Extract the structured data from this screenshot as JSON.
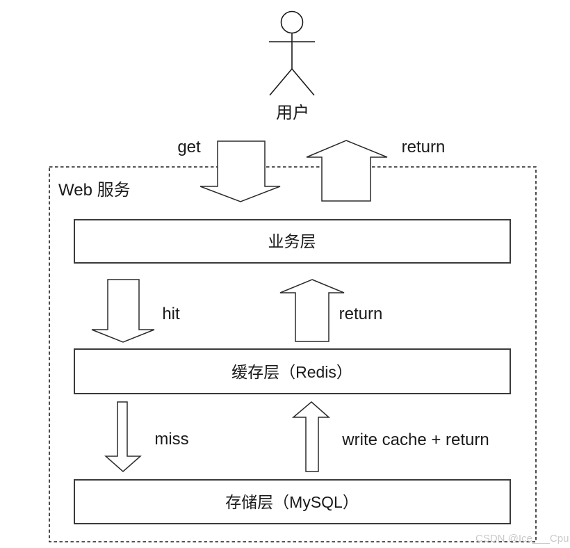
{
  "diagram": {
    "actor": {
      "label": "用户"
    },
    "container": {
      "label": "Web 服务"
    },
    "layers": [
      {
        "label": "业务层"
      },
      {
        "label": "缓存层（Redis）"
      },
      {
        "label": "存储层（MySQL）"
      }
    ],
    "flows": {
      "get": "get",
      "return_top": "return",
      "hit": "hit",
      "return_mid": "return",
      "miss": "miss",
      "write_cache_return": "write cache + return"
    },
    "watermark": "CSDN @Ice___Cpu",
    "colors": {
      "line": "#1a1a1a",
      "box_border": "#3a3a3a",
      "background": "#ffffff",
      "watermark": "#c9c9c9"
    }
  }
}
